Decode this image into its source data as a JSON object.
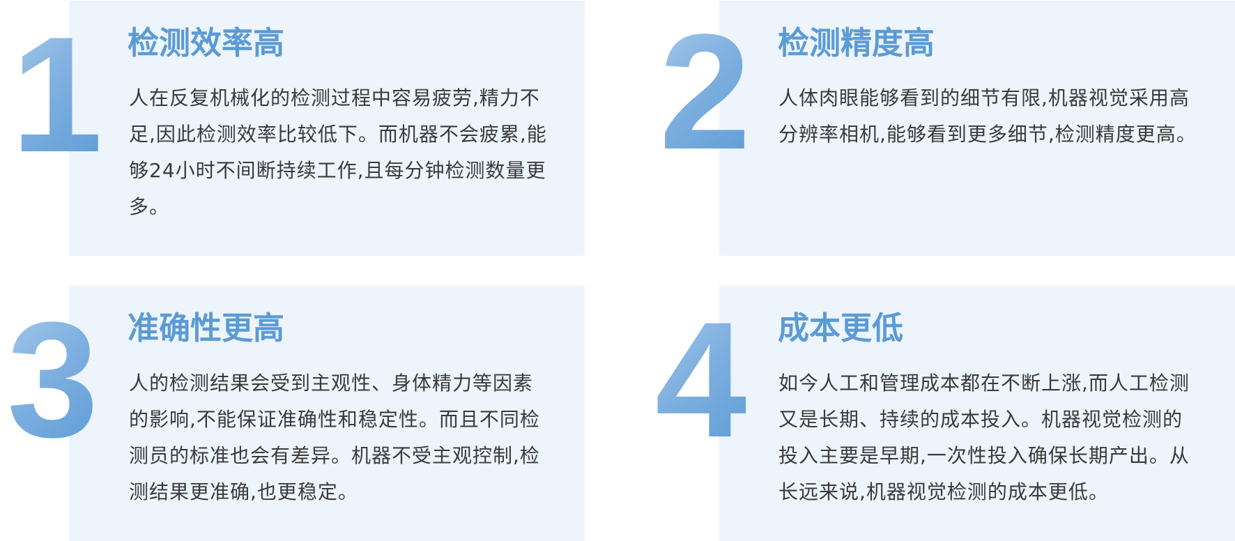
{
  "colors": {
    "accent": "#5b9bd5",
    "accent_light": "#a8cbea",
    "panel_bg": "#edf4fb",
    "body_text": "#3a3a3a",
    "page_bg": "#ffffff"
  },
  "items": [
    {
      "number": "1",
      "title": "检测效率高",
      "body": "人在反复机械化的检测过程中容易疲劳,精力不足,因此检测效率比较低下。而机器不会疲累,能够24小时不间断持续工作,且每分钟检测数量更多。"
    },
    {
      "number": "2",
      "title": "检测精度高",
      "body": "人体肉眼能够看到的细节有限,机器视觉采用高分辨率相机,能够看到更多细节,检测精度更高。"
    },
    {
      "number": "3",
      "title": "准确性更高",
      "body": "人的检测结果会受到主观性、身体精力等因素的影响,不能保证准确性和稳定性。而且不同检测员的标准也会有差异。机器不受主观控制,检测结果更准确,也更稳定。"
    },
    {
      "number": "4",
      "title": "成本更低",
      "body": "如今人工和管理成本都在不断上涨,而人工检测又是长期、持续的成本投入。机器视觉检测的投入主要是早期,一次性投入确保长期产出。从长远来说,机器视觉检测的成本更低。"
    }
  ]
}
